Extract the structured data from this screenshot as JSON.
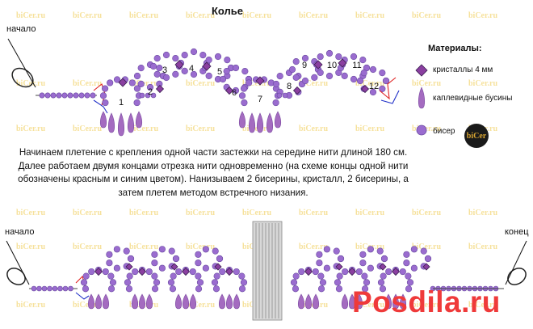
{
  "title": "Колье",
  "top_start_label": "начало",
  "bottom_start_label": "начало",
  "end_label": "конец",
  "step_numbers": [
    "1",
    "2",
    "3",
    "4",
    "5",
    "6",
    "7",
    "8",
    "9",
    "10",
    "11",
    "12"
  ],
  "materials": {
    "heading": "Материалы:",
    "items": [
      {
        "icon": "crystal-icon",
        "label": "кристаллы 4 мм",
        "color": "#8a3fa0"
      },
      {
        "icon": "teardrop-bead-icon",
        "label": "каплевидные бусины",
        "color": "#a46bc0"
      },
      {
        "icon": "seed-bead-icon",
        "label": "бисер",
        "color": "#9a6ccf"
      }
    ]
  },
  "description": "Начинаем плетение с крепления одной части застежки на середине нити длиной 180 см. Далее работаем двумя концами отрезка нити одновременно (на схеме концы одной нити обозначены красным и синим цветом). Нанизываем 2 бисерины, кристалл, 2 бисерины, а затем плетем методом встречного низания.",
  "logo_text": "biCer",
  "watermark_text": "biCer.ru",
  "site_watermark": "Posdila.ru",
  "colors": {
    "seed_bead": "#9a6ccf",
    "crystal": "#8a3fa0",
    "teardrop": "#a46bc0",
    "thread_red": "#e02020",
    "thread_blue": "#2030c8",
    "watermark": "#f3d77a",
    "site_watermark": "#ef3a3a"
  }
}
